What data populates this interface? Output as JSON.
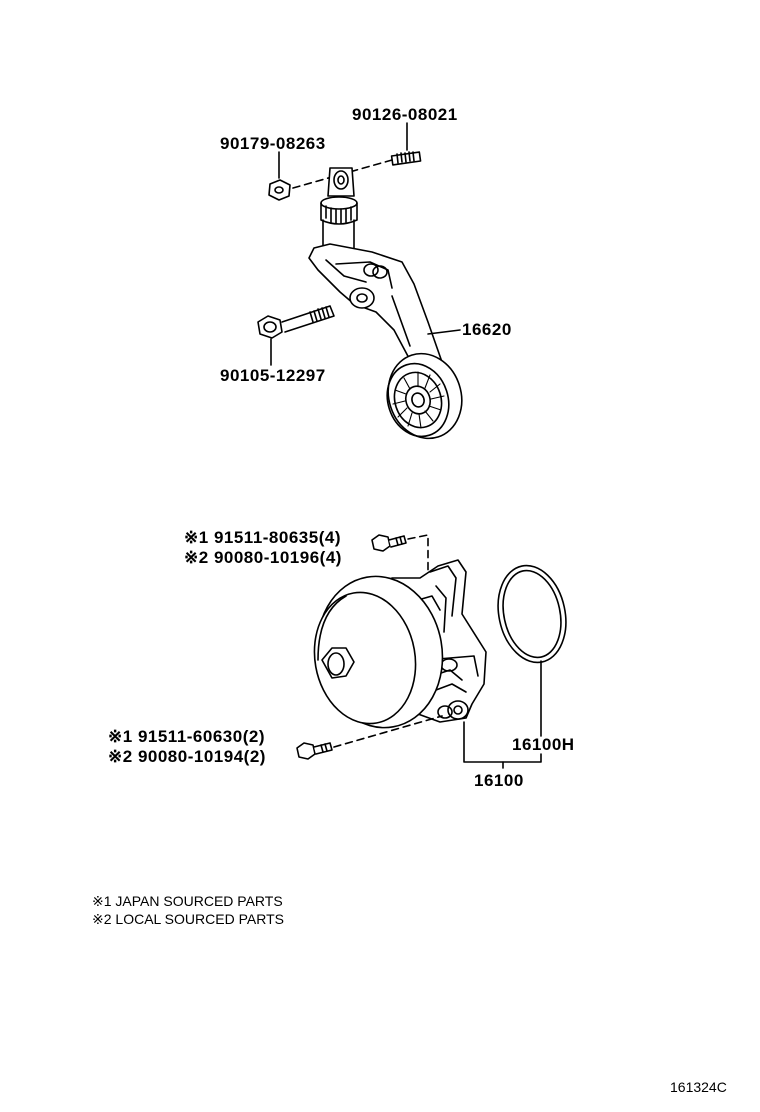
{
  "tensioner": {
    "stud_bolt": "90126-08021",
    "nut": "90179-08263",
    "assembly": "16620",
    "bolt": "90105-12297"
  },
  "water_pump": {
    "bolt_upper": {
      "mark1": "※1",
      "part1": "91511-80635",
      "qty1": "(4)",
      "mark2": "※2",
      "part2": "90080-10196",
      "qty2": "(4)"
    },
    "bolt_lower": {
      "mark1": "※1",
      "part1": "91511-60630",
      "qty1": "(2)",
      "mark2": "※2",
      "part2": "90080-10194",
      "qty2": "(2)"
    },
    "gasket": "16100H",
    "assembly": "16100"
  },
  "legend": [
    "※1 JAPAN SOURCED PARTS",
    "※2 LOCAL SOURCED PARTS"
  ],
  "diagram_code": "161324C"
}
